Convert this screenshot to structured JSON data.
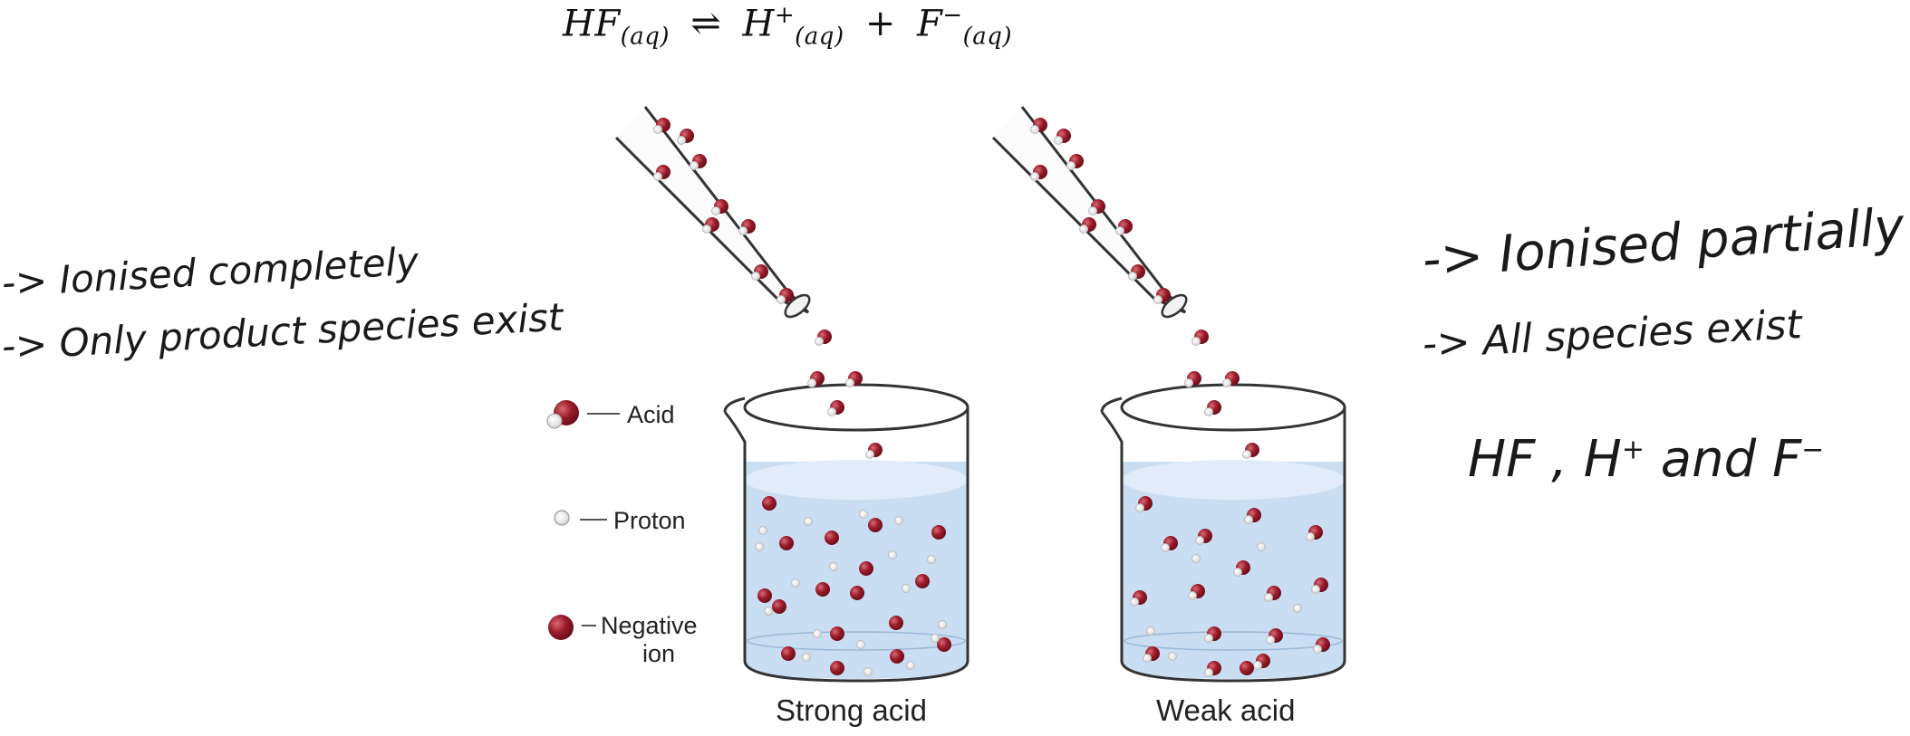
{
  "equation": {
    "reactant": "HF",
    "reactant_state": "(aq)",
    "arrow": "⇌",
    "product1": "H",
    "product1_charge": "+",
    "product1_state": "(aq)",
    "plus": "+",
    "product2": "F",
    "product2_charge": "−",
    "product2_state": "(aq)"
  },
  "left_notes": {
    "line1": "-> Ionised completely",
    "line2": "-> Only product species exist"
  },
  "right_notes": {
    "line1": "-> Ionised partially",
    "line2": "-> All species exist",
    "line3_prefix": "HF , H",
    "line3_sup1": "+",
    "line3_mid": " and F",
    "line3_sup2": "−"
  },
  "legend": {
    "acid": "Acid",
    "proton": "Proton",
    "negative_ion_line1": "Negative",
    "negative_ion_line2": "ion"
  },
  "captions": {
    "strong": "Strong acid",
    "weak": "Weak acid"
  },
  "colors": {
    "acid_red": "#9b1b2a",
    "liquid": "#c9def3",
    "liquid_top": "#e1ecf8",
    "proton": "#ffffff"
  }
}
